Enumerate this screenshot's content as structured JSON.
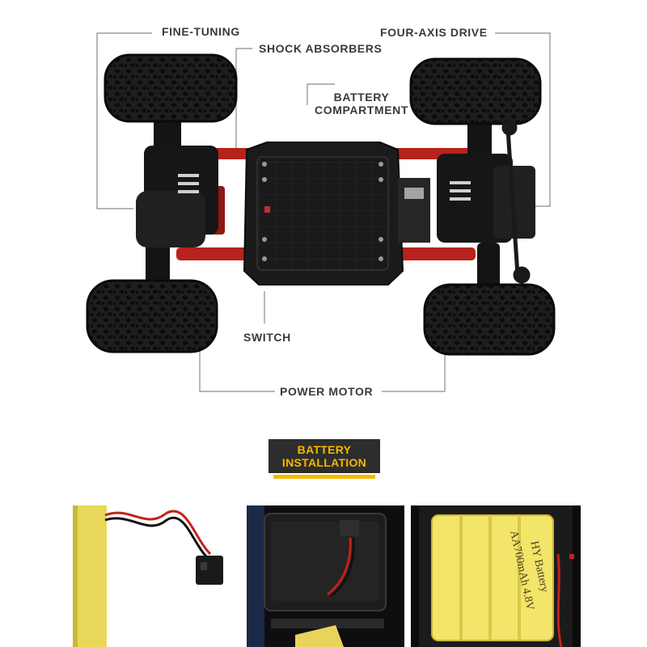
{
  "callouts": {
    "fine_tuning": "FINE-TUNING",
    "shock_absorbers": "SHOCK ABSORBERS",
    "four_axis_drive": "FOUR-AXIS DRIVE",
    "battery_compartment_line1": "BATTERY",
    "battery_compartment_line2": "COMPARTMENT",
    "switch": "SWITCH",
    "power_motor": "POWER MOTOR"
  },
  "banner": {
    "line1": "BATTERY",
    "line2": "INSTALLATION"
  },
  "battery_pack": {
    "brand": "HY Battery",
    "spec": "AA700mAh 4.8V"
  },
  "colors": {
    "accent_yellow": "#f5b800",
    "battery_yellow": "#f3e46a",
    "chassis_black": "#1b1b1b",
    "suspension_red": "#b8221c",
    "callout_line": "#8a8a8a"
  }
}
